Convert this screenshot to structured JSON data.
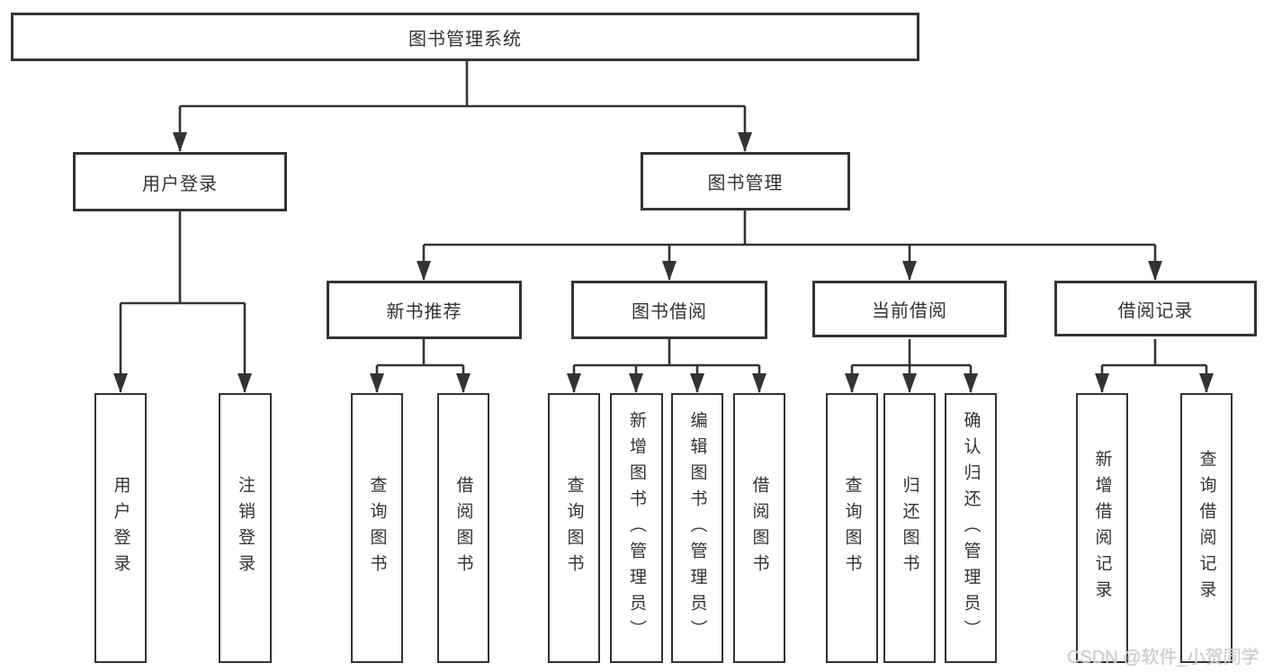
{
  "diagram": {
    "root": {
      "label": "图书管理系统"
    },
    "level2": [
      {
        "label": "用户登录"
      },
      {
        "label": "图书管理"
      }
    ],
    "level3": [
      {
        "label": "新书推荐"
      },
      {
        "label": "图书借阅"
      },
      {
        "label": "当前借阅"
      },
      {
        "label": "借阅记录"
      }
    ],
    "leaves": {
      "user_login": [
        "用户登录",
        "注销登录"
      ],
      "new_book_rec": [
        "查询图书",
        "借阅图书"
      ],
      "book_borrow": [
        "查询图书",
        "新增图书（管理员）",
        "编辑图书（管理员）",
        "借阅图书"
      ],
      "current_borrow": [
        "查询图书",
        "归还图书",
        "确认归还（管理员）"
      ],
      "borrow_record": [
        "新增借阅记录",
        "查询借阅记录"
      ]
    }
  },
  "watermark": {
    "text": "CSDN @软件_小贺同学"
  },
  "colors": {
    "line": "#333333",
    "box_border": "#333333",
    "text": "#333333",
    "background": "#ffffff"
  }
}
